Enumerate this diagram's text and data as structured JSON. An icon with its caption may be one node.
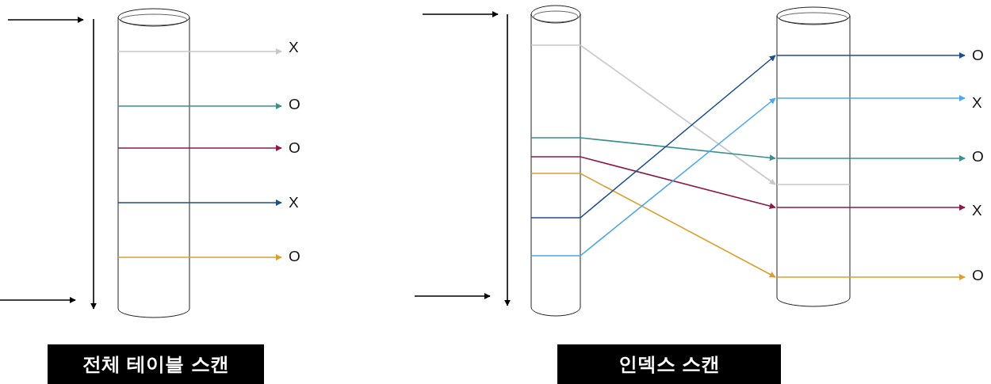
{
  "diagram": {
    "nodes": [
      {
        "text": [],
        "shape": "cylinder"
      },
      {
        "text": [
          "X"
        ]
      },
      {
        "text": [
          "O"
        ]
      },
      {
        "text": [
          "O"
        ]
      },
      {
        "text": [
          "X"
        ]
      },
      {
        "text": [
          "O"
        ]
      },
      {
        "text": [],
        "shape": "cylinder"
      },
      {
        "text": [],
        "shape": "cylinder"
      },
      {
        "text": [
          "O"
        ]
      },
      {
        "text": [
          "X"
        ]
      },
      {
        "text": [
          "O"
        ]
      },
      {
        "text": [
          "X"
        ]
      },
      {
        "text": [
          "O"
        ]
      }
    ],
    "edges": [
      {
        "from": 0,
        "to": 1,
        "arrow": "to",
        "color": "#c8c8c8"
      },
      {
        "from": 0,
        "to": 2,
        "arrow": "to",
        "color": "#3a8f8f"
      },
      {
        "from": 0,
        "to": 3,
        "arrow": "to",
        "color": "#8b1a4a"
      },
      {
        "from": 0,
        "to": 4,
        "arrow": "to",
        "color": "#1f4e8c"
      },
      {
        "from": 0,
        "to": 5,
        "arrow": "to",
        "color": "#d9a030"
      },
      {
        "from": 6,
        "to": 7,
        "arrow": "to",
        "color": "#c8c8c8"
      },
      {
        "from": 6,
        "to": 7,
        "arrow": "to",
        "color": "#3a8f8f"
      },
      {
        "from": 6,
        "to": 7,
        "arrow": "to",
        "color": "#8b1a4a"
      },
      {
        "from": 6,
        "to": 7,
        "arrow": "to",
        "color": "#d9a030"
      },
      {
        "from": 6,
        "to": 7,
        "arrow": "to",
        "color": "#1f4e8c"
      },
      {
        "from": 6,
        "to": 7,
        "arrow": "to",
        "color": "#4ea6ef"
      },
      {
        "from": 7,
        "to": 8,
        "arrow": "to",
        "color": "#1f4e8c"
      },
      {
        "from": 7,
        "to": 9,
        "arrow": "to",
        "color": "#4ea6ef"
      },
      {
        "from": 7,
        "to": 10,
        "arrow": "to",
        "color": "#3a8f8f"
      },
      {
        "from": 7,
        "to": 11,
        "arrow": "to",
        "color": "#8b1a4a"
      },
      {
        "from": 7,
        "to": 12,
        "arrow": "to",
        "color": "#d9a030"
      }
    ],
    "labels": [
      "전체 테이블 스캔",
      "인덱스 스캔"
    ]
  }
}
